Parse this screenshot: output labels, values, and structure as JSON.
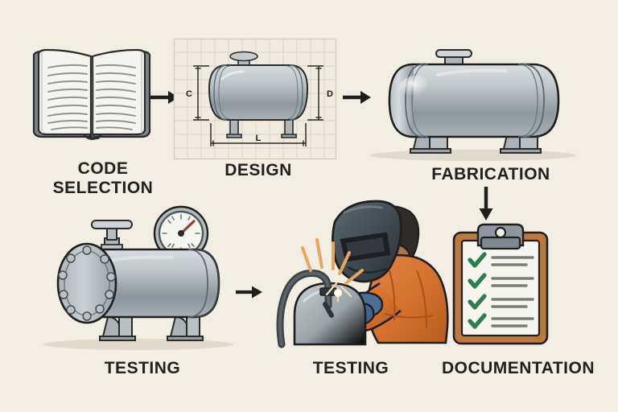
{
  "page": {
    "title": "Pressure Vessel Workflow Infographic",
    "background_color": "#f3eee4"
  },
  "palette": {
    "background": "#f3eee4",
    "ink": "#22211f",
    "steel_light": "#cdd3d6",
    "steel_mid": "#9aa4aa",
    "steel_dark": "#6d767c",
    "outline": "#2b2b2b",
    "jacket_orange": "#d9722f",
    "glove_blue": "#4a6f93",
    "check_green": "#2e7d4f",
    "clipboard_brown": "#b9793f",
    "paper_white": "#f7f5ef",
    "spark_orange": "#e8a75c",
    "needle_red": "#9b3b2a",
    "grid_line": "#ded5c6"
  },
  "steps": [
    {
      "id": "code-selection",
      "label": "CODE\nSELECTION",
      "icon": "open-book-icon",
      "order": 1
    },
    {
      "id": "design",
      "label": "DESIGN",
      "icon": "blueprint-vessel-icon",
      "order": 2,
      "dimension_labels": [
        "C",
        "D",
        "L"
      ]
    },
    {
      "id": "fabrication",
      "label": "FABRICATION",
      "icon": "pressure-vessel-icon",
      "order": 3
    },
    {
      "id": "testing-vessel",
      "label": "TESTING",
      "icon": "flanged-vessel-gauge-icon",
      "order": 4
    },
    {
      "id": "testing-welder",
      "label": "TESTING",
      "icon": "welder-icon",
      "order": 5
    },
    {
      "id": "documentation",
      "label": "DOCUMENTATION",
      "icon": "clipboard-checklist-icon",
      "order": 6,
      "checklist_items": 4
    }
  ],
  "connectors": [
    {
      "id": "arrow-book-to-design",
      "direction": "right"
    },
    {
      "id": "arrow-design-to-fabrication",
      "direction": "right"
    },
    {
      "id": "arrow-fabrication-to-documentation",
      "direction": "down"
    },
    {
      "id": "arrow-testing-to-welder",
      "direction": "right"
    }
  ],
  "book": {
    "lines_per_page": 9
  },
  "gauge": {
    "tick_count": 12,
    "needle_direction": "upper-right"
  },
  "flange": {
    "bolt_count": 10
  }
}
